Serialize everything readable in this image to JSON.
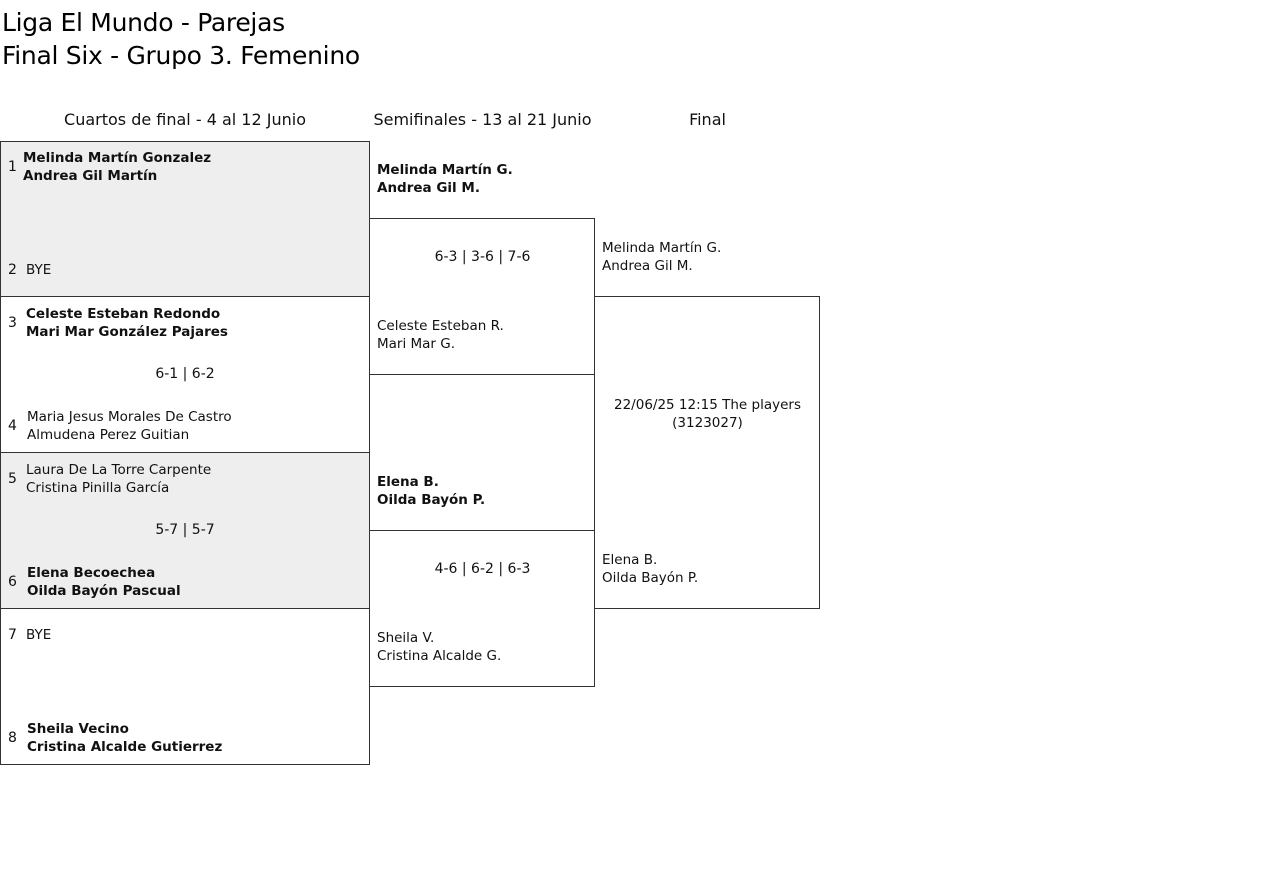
{
  "title": {
    "line1": "Liga El Mundo - Parejas",
    "line2": "Final Six - Grupo 3. Femenino"
  },
  "headers": {
    "quarters": "Cuartos de final - 4 al 12 Junio",
    "semis": "Semifinales - 13 al 21 Junio",
    "final": "Final"
  },
  "quarters": [
    {
      "seed_a": "1",
      "a1": "Melinda Martín Gonzalez",
      "a2": "Andrea Gil Martín",
      "seed_b": "2",
      "b1": "BYE",
      "b2": "",
      "score": ""
    },
    {
      "seed_a": "3",
      "a1": "Celeste Esteban Redondo",
      "a2": "Mari Mar González Pajares",
      "seed_b": "4",
      "b1": "Maria Jesus Morales De Castro",
      "b2": "Almudena Perez Guitian",
      "score": "6-1 | 6-2"
    },
    {
      "seed_a": "5",
      "a1": "Laura De La Torre Carpente",
      "a2": "Cristina Pinilla García",
      "seed_b": "6",
      "b1": "Elena Becoechea",
      "b2": "Oilda Bayón Pascual",
      "score": "5-7 | 5-7"
    },
    {
      "seed_a": "7",
      "a1": "BYE",
      "a2": "",
      "seed_b": "8",
      "b1": "Sheila Vecino",
      "b2": "Cristina Alcalde Gutierrez",
      "score": ""
    }
  ],
  "semis": [
    {
      "a1": "Melinda Martín G.",
      "a2": "Andrea Gil M.",
      "score": "6-3 | 3-6 | 7-6",
      "b1": "Celeste Esteban R.",
      "b2": "Mari Mar G."
    },
    {
      "a1": "Elena B.",
      "a2": "Oilda Bayón P.",
      "score": "4-6 | 6-2 | 6-3",
      "b1": "Sheila V.",
      "b2": "Cristina Alcalde G."
    }
  ],
  "final": {
    "a1": "Melinda Martín G.",
    "a2": "Andrea Gil M.",
    "info1": "22/06/25 12:15 The players",
    "info2": "(3123027)",
    "b1": "Elena B.",
    "b2": "Oilda Bayón P."
  }
}
